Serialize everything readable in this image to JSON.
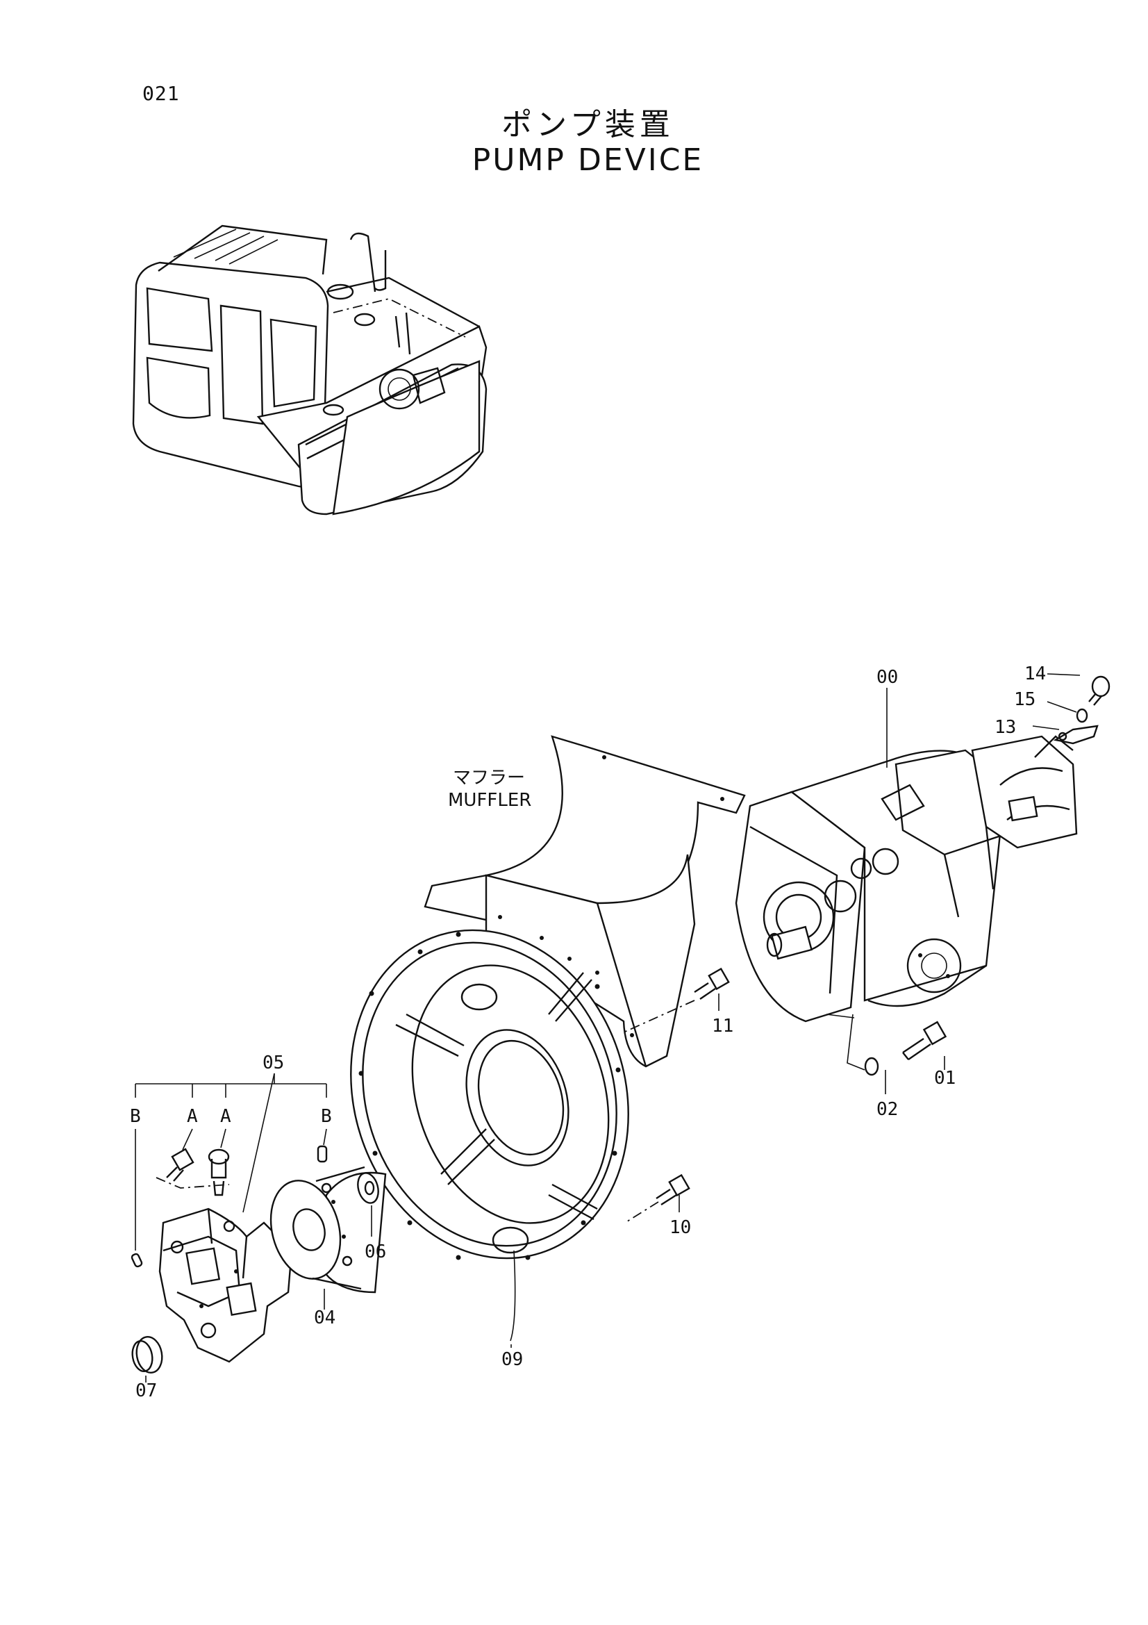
{
  "page_number": "021",
  "title_jp": "ポンプ装置",
  "title_en": "PUMP DEVICE",
  "callouts": {
    "muffler_jp": "マフラー",
    "muffler_en": "MUFFLER",
    "p00": "00",
    "p01": "01",
    "p02": "02",
    "p04": "04",
    "p05": "05",
    "p06": "06",
    "p07": "07",
    "p09": "09",
    "p10": "10",
    "p11": "11",
    "p13": "13",
    "p14": "14",
    "p15": "15",
    "ref_a1": "A",
    "ref_a2": "A",
    "ref_b1": "B",
    "ref_b2": "B"
  }
}
